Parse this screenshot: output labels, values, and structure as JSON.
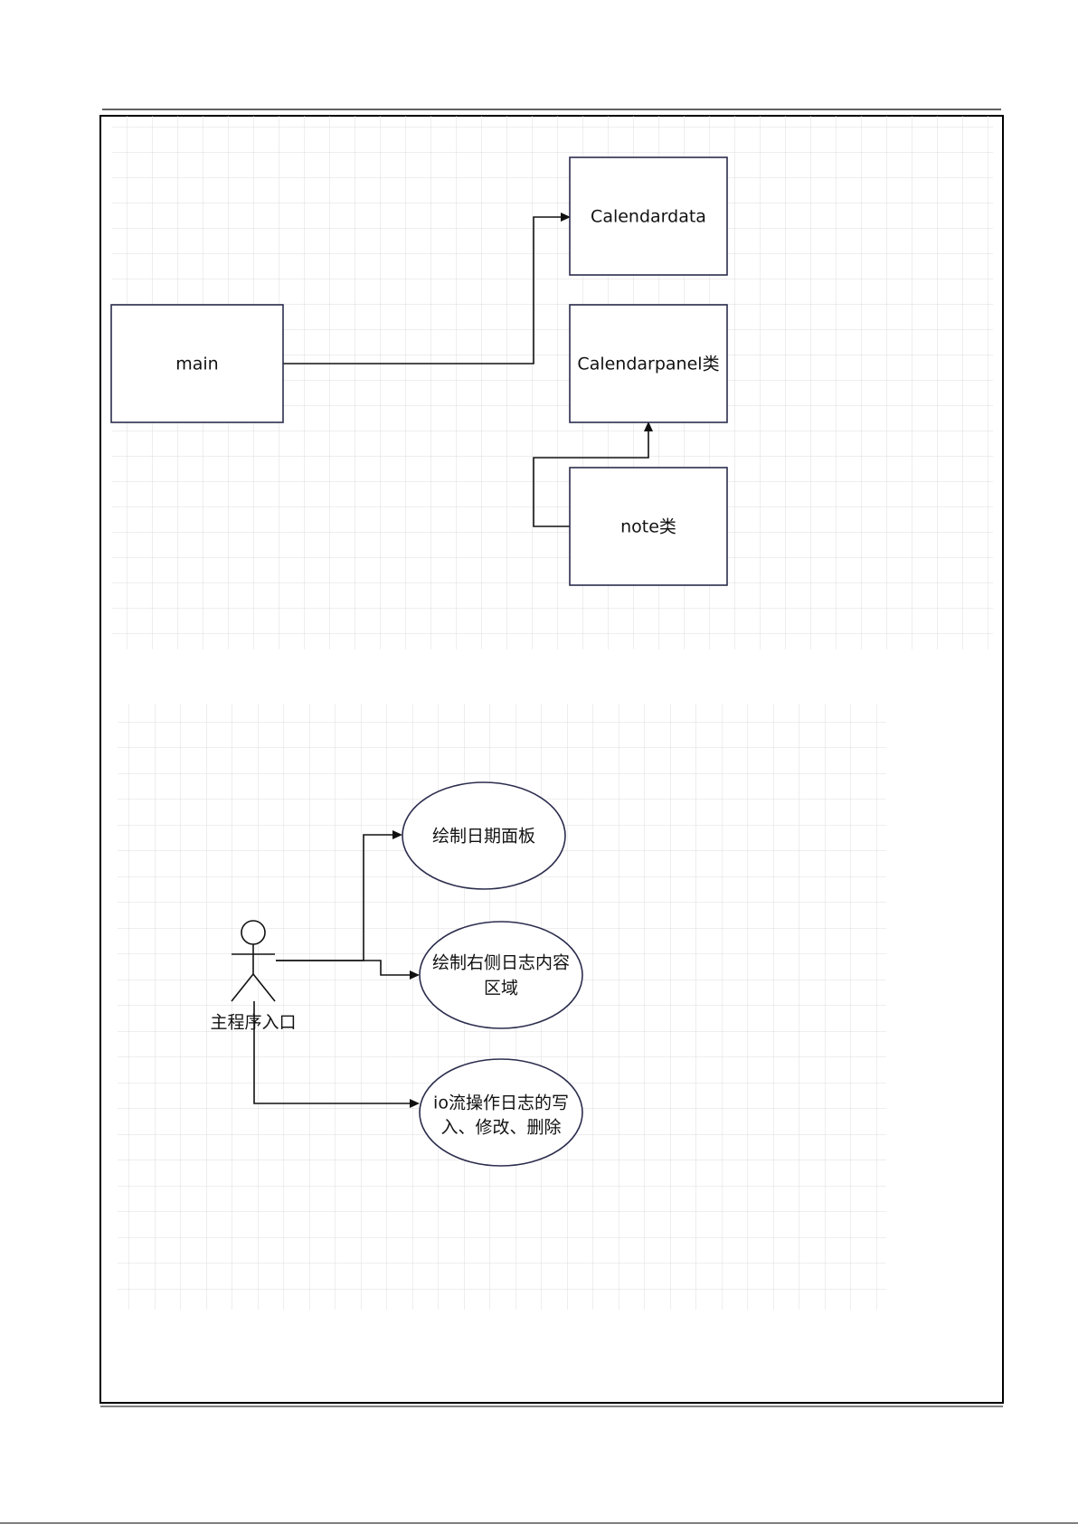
{
  "diagrams": {
    "class_diagram": {
      "nodes": [
        {
          "id": "main",
          "label": "main"
        },
        {
          "id": "calendardata",
          "label": "Calendardata"
        },
        {
          "id": "calendarpanel",
          "label": "Calendarpanel类"
        },
        {
          "id": "note",
          "label": "note类"
        }
      ],
      "edges": [
        {
          "from": "main",
          "to": "calendardata"
        },
        {
          "from": "note",
          "to": "calendarpanel"
        }
      ]
    },
    "use_case_diagram": {
      "actor": {
        "label": "主程序入口"
      },
      "use_cases": [
        {
          "id": "uc1",
          "lines": [
            "绘制日期面板"
          ]
        },
        {
          "id": "uc2",
          "lines": [
            "绘制右侧日志内容",
            "区域"
          ]
        },
        {
          "id": "uc3",
          "lines": [
            "io流操作日志的写",
            "入、修改、删除"
          ]
        }
      ],
      "edges": [
        {
          "from": "actor",
          "to": "uc1"
        },
        {
          "from": "actor",
          "to": "uc2"
        },
        {
          "from": "actor",
          "to": "uc3"
        }
      ]
    }
  },
  "colors": {
    "grid": "#dcdcdc",
    "stroke": "#2b2d4d",
    "ink": "#111111"
  }
}
